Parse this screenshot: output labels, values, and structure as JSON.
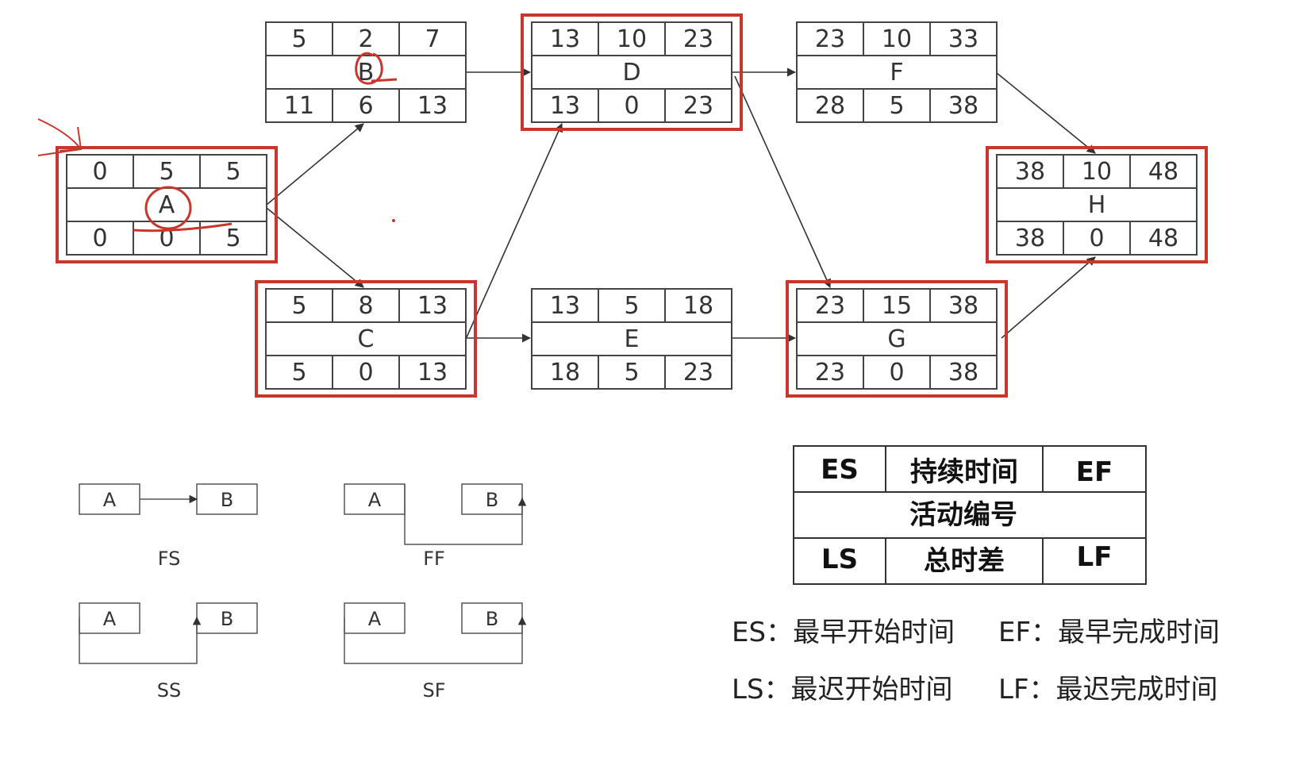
{
  "nodes": [
    {
      "id": "A",
      "es": "0",
      "dur": "5",
      "ef": "5",
      "ls": "0",
      "tf": "0",
      "lf": "5",
      "critical": true
    },
    {
      "id": "B",
      "es": "5",
      "dur": "2",
      "ef": "7",
      "ls": "11",
      "tf": "6",
      "lf": "13",
      "critical": false
    },
    {
      "id": "C",
      "es": "5",
      "dur": "8",
      "ef": "13",
      "ls": "5",
      "tf": "0",
      "lf": "13",
      "critical": true
    },
    {
      "id": "D",
      "es": "13",
      "dur": "10",
      "ef": "23",
      "ls": "13",
      "tf": "0",
      "lf": "23",
      "critical": true
    },
    {
      "id": "E",
      "es": "13",
      "dur": "5",
      "ef": "18",
      "ls": "18",
      "tf": "5",
      "lf": "23",
      "critical": false
    },
    {
      "id": "F",
      "es": "23",
      "dur": "10",
      "ef": "33",
      "ls": "28",
      "tf": "5",
      "lf": "38",
      "critical": false
    },
    {
      "id": "G",
      "es": "23",
      "dur": "15",
      "ef": "38",
      "ls": "23",
      "tf": "0",
      "lf": "38",
      "critical": true
    },
    {
      "id": "H",
      "es": "38",
      "dur": "10",
      "ef": "48",
      "ls": "38",
      "tf": "0",
      "lf": "48",
      "critical": true
    }
  ],
  "edges": [
    {
      "from": "A",
      "to": "B"
    },
    {
      "from": "A",
      "to": "C"
    },
    {
      "from": "B",
      "to": "D"
    },
    {
      "from": "C",
      "to": "D"
    },
    {
      "from": "C",
      "to": "E"
    },
    {
      "from": "D",
      "to": "F"
    },
    {
      "from": "D",
      "to": "G"
    },
    {
      "from": "E",
      "to": "G"
    },
    {
      "from": "F",
      "to": "H"
    },
    {
      "from": "G",
      "to": "H"
    }
  ],
  "relation_types": [
    {
      "label": "FS",
      "box_a": "A",
      "box_b": "B"
    },
    {
      "label": "FF",
      "box_a": "A",
      "box_b": "B"
    },
    {
      "label": "SS",
      "box_a": "A",
      "box_b": "B"
    },
    {
      "label": "SF",
      "box_a": "A",
      "box_b": "B"
    }
  ],
  "legend": {
    "es": "ES",
    "duration": "持续时间",
    "ef": "EF",
    "activity": "活动编号",
    "ls": "LS",
    "total_float": "总时差",
    "lf": "LF"
  },
  "definitions": [
    "ES：最早开始时间",
    "EF：最早完成时间",
    "LS：最迟开始时间",
    "LF：最迟完成时间"
  ],
  "colors": {
    "critical_highlight": "#c8372d",
    "lines": "#555555",
    "annotation": "#c8372d"
  }
}
